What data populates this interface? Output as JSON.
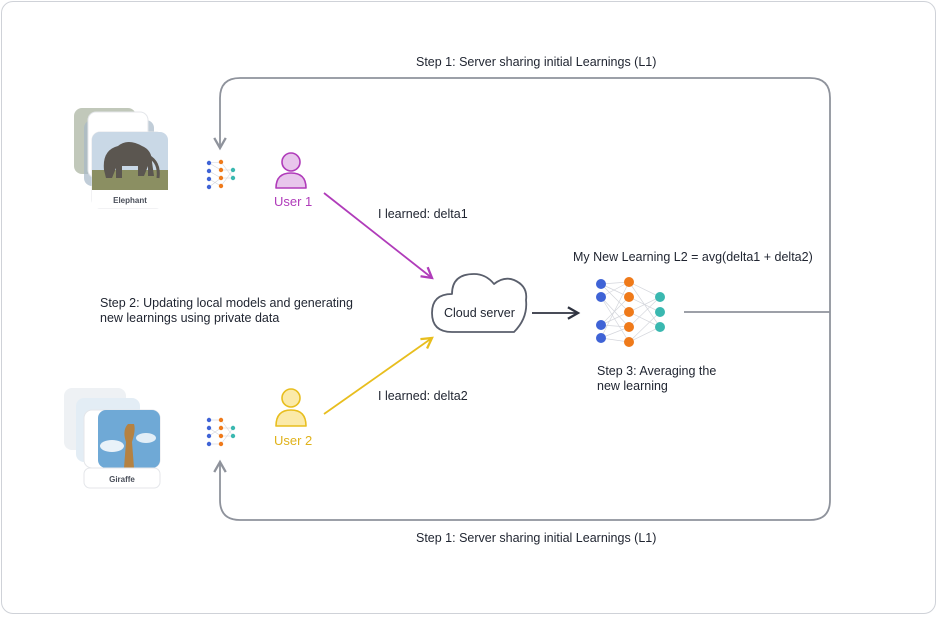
{
  "step1_top": "Step 1: Server sharing initial Learnings (L1)",
  "step1_bottom": "Step 1: Server sharing initial Learnings (L1)",
  "step2": "Step 2: Updating local models and generating new learnings using private data",
  "step3": "Step 3: Averaging the new learning",
  "new_learning": "My New Learning L2 = avg(delta1 + delta2)",
  "cloud_label": "Cloud server",
  "user1": {
    "label": "User 1",
    "learned": "I learned: delta1",
    "card_label": "Elephant",
    "color": "#b03cba"
  },
  "user2": {
    "label": "User 2",
    "learned": "I learned: delta2",
    "card_label": "Giraffe",
    "color": "#e8be1e"
  },
  "colors": {
    "node_blue": "#3f63d6",
    "node_orange": "#ef7a1a",
    "node_teal": "#3ab8b0",
    "loop_line": "#8f939c"
  }
}
